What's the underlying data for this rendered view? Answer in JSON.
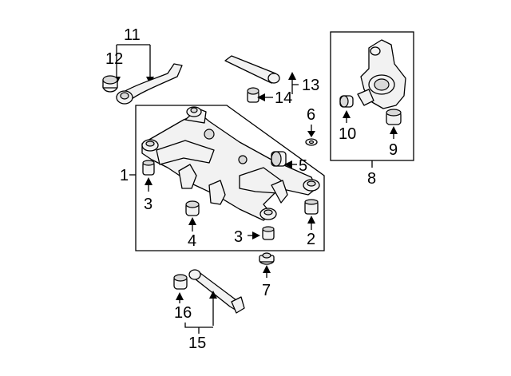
{
  "callouts": {
    "c1": "1",
    "c2": "2",
    "c3a": "3",
    "c3b": "3",
    "c4": "4",
    "c5": "5",
    "c6": "6",
    "c7": "7",
    "c8": "8",
    "c9": "9",
    "c10": "10",
    "c11": "11",
    "c12": "12",
    "c13": "13",
    "c14": "14",
    "c15": "15",
    "c16": "16"
  },
  "colors": {
    "line": "#000000",
    "part_fill": "#f2f2f2",
    "background": "#ffffff"
  }
}
